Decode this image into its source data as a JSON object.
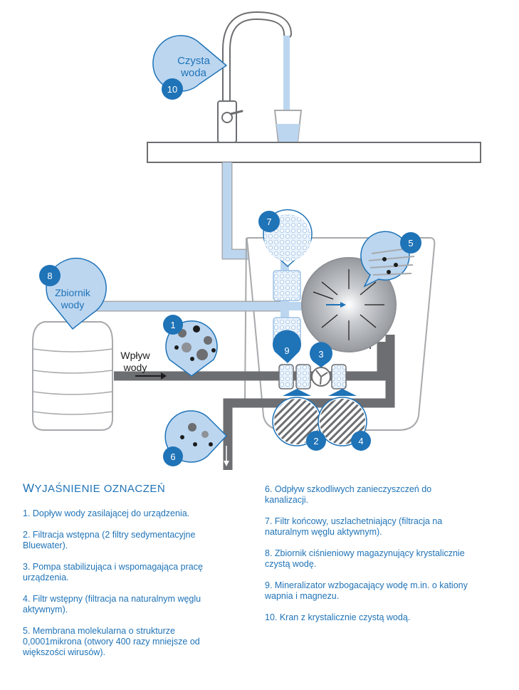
{
  "diagram": {
    "labels": {
      "clean_water": [
        "Czysta",
        "woda"
      ],
      "tank": [
        "Zbiornik",
        "wody"
      ],
      "inflow": [
        "Wpływ",
        "wody"
      ]
    },
    "badges": [
      "1",
      "2",
      "3",
      "4",
      "5",
      "6",
      "7",
      "8",
      "9",
      "10"
    ],
    "colors": {
      "accent": "#1f73b7",
      "pipe_light": "#bcd6f0",
      "pipe_dark": "#6d6e71",
      "outline": "#a7a9ac"
    }
  },
  "legend": {
    "title_first": "W",
    "title_rest": "YJAŚNIENIE OZNACZEŃ",
    "items": [
      "1. Dopływ wody zasilającej do urządzenia.",
      "2. Filtracja wstępna (2 filtry sedymentacyjne Bluewater).",
      "3. Pompa stabilizująca i wspomagająca pracę urządzenia.",
      "4. Filtr wstępny (filtracja na naturalnym węglu aktywnym).",
      "5. Membrana molekularna o strukturze 0,0001mikrona (otwory 400 razy mniejsze od większości wirusów).",
      "6. Odpływ szkodliwych zanieczyszczeń do kanalizacji.",
      "7. Filtr końcowy, uszlachetniający (filtracja na naturalnym węglu aktywnym).",
      "8. Zbiornik ciśnieniowy magazynujący krystalicznie czystą wodę.",
      "9. Mineralizator wzbogacający wodę m.in. o kationy wapnia i magnezu.",
      "10. Kran z krystalicznie czystą wodą."
    ]
  }
}
